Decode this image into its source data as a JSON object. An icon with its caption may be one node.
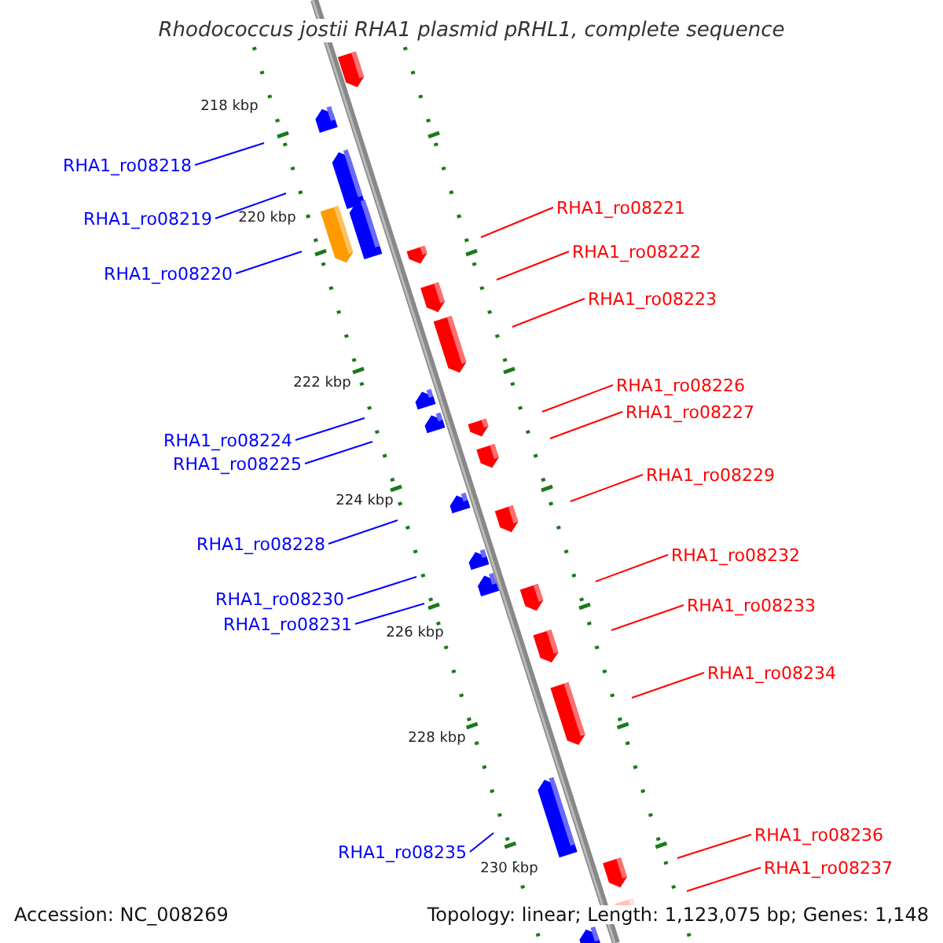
{
  "diagram": {
    "title": "Rhodococcus jostii RHA1 plasmid pRHL1, complete sequence",
    "nodes": [
      {
        "text": [
          "RHA1_ro08218"
        ]
      },
      {
        "text": [
          "RHA1_ro08219"
        ]
      },
      {
        "text": [
          "RHA1_ro08220"
        ]
      },
      {
        "text": [
          "RHA1_ro08221"
        ]
      },
      {
        "text": [
          "RHA1_ro08222"
        ]
      },
      {
        "text": [
          "RHA1_ro08223"
        ]
      },
      {
        "text": [
          "RHA1_ro08224"
        ]
      },
      {
        "text": [
          "RHA1_ro08225"
        ]
      },
      {
        "text": [
          "RHA1_ro08226"
        ]
      },
      {
        "text": [
          "RHA1_ro08227"
        ]
      },
      {
        "text": [
          "RHA1_ro08228"
        ]
      },
      {
        "text": [
          "RHA1_ro08229"
        ]
      },
      {
        "text": [
          "RHA1_ro08230"
        ]
      },
      {
        "text": [
          "RHA1_ro08231"
        ]
      },
      {
        "text": [
          "RHA1_ro08232"
        ]
      },
      {
        "text": [
          "RHA1_ro08233"
        ]
      },
      {
        "text": [
          "RHA1_ro08234"
        ]
      },
      {
        "text": [
          "RHA1_ro08235"
        ]
      },
      {
        "text": [
          "RHA1_ro08236"
        ]
      },
      {
        "text": [
          "RHA1_ro08237"
        ]
      }
    ],
    "edges": [
      {
        "from": 0,
        "to": null,
        "arrow": "none",
        "color": "#0000ff"
      },
      {
        "from": 1,
        "to": null,
        "arrow": "none",
        "color": "#0000ff"
      },
      {
        "from": 2,
        "to": null,
        "arrow": "none",
        "color": "#0000ff"
      },
      {
        "from": 3,
        "to": null,
        "arrow": "none"
      },
      {
        "from": 4,
        "to": null,
        "arrow": "none"
      },
      {
        "from": 5,
        "to": null,
        "arrow": "none"
      },
      {
        "from": 6,
        "to": null,
        "arrow": "none",
        "color": "#0000ff"
      },
      {
        "from": 7,
        "to": null,
        "arrow": "none",
        "color": "#0000ff"
      },
      {
        "from": 8,
        "to": null,
        "arrow": "none"
      },
      {
        "from": 9,
        "to": null,
        "arrow": "none"
      },
      {
        "from": 10,
        "to": null,
        "arrow": "none",
        "color": "#0000ff"
      },
      {
        "from": 11,
        "to": null,
        "arrow": "none"
      },
      {
        "from": 12,
        "to": null,
        "arrow": "none",
        "color": "#0000ff"
      },
      {
        "from": 13,
        "to": null,
        "arrow": "none",
        "color": "#0000ff"
      },
      {
        "from": 14,
        "to": null,
        "arrow": "none"
      },
      {
        "from": 15,
        "to": null,
        "arrow": "none"
      },
      {
        "from": 16,
        "to": null,
        "arrow": "none"
      },
      {
        "from": 17,
        "to": null,
        "arrow": "none",
        "color": "#0000ff"
      },
      {
        "from": 18,
        "to": null,
        "arrow": "none"
      },
      {
        "from": 19,
        "to": null,
        "arrow": "none"
      }
    ],
    "labels": [
      "218 kbp",
      "220 kbp",
      "222 kbp",
      "224 kbp",
      "226 kbp",
      "228 kbp",
      "230 kbp",
      "Accession: NC_008269",
      "Topology: linear; Length: 1,123,075 bp; Genes: 1,148"
    ]
  }
}
